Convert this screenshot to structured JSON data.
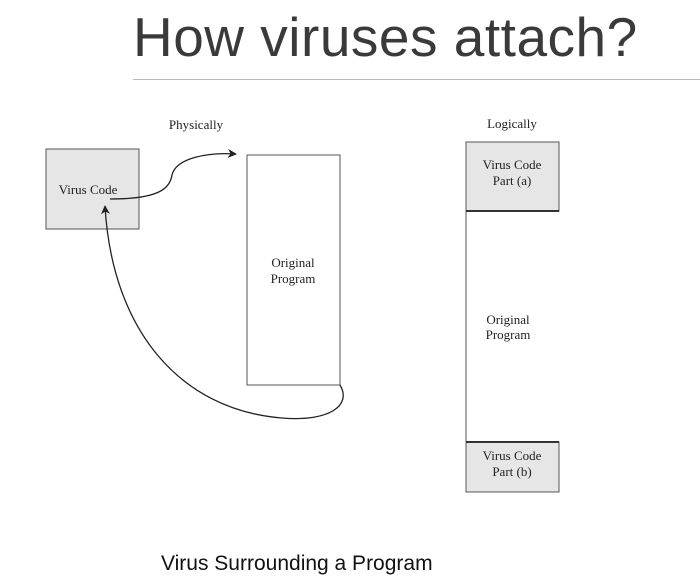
{
  "slide": {
    "title": "How viruses attach?",
    "caption": "Virus Surrounding a Program"
  },
  "diagram": {
    "physical": {
      "heading": "Physically",
      "virus_label": "Virus Code",
      "program_label_line1": "Original",
      "program_label_line2": "Program"
    },
    "logical": {
      "heading": "Logically",
      "part_a_line1": "Virus Code",
      "part_a_line2": "Part (a)",
      "program_label_line1": "Original",
      "program_label_line2": "Program",
      "part_b_line1": "Virus Code",
      "part_b_line2": "Part (b)"
    },
    "colors": {
      "virus_fill": "#e6e6e6",
      "outline": "#555555",
      "divider": "#333333"
    }
  }
}
